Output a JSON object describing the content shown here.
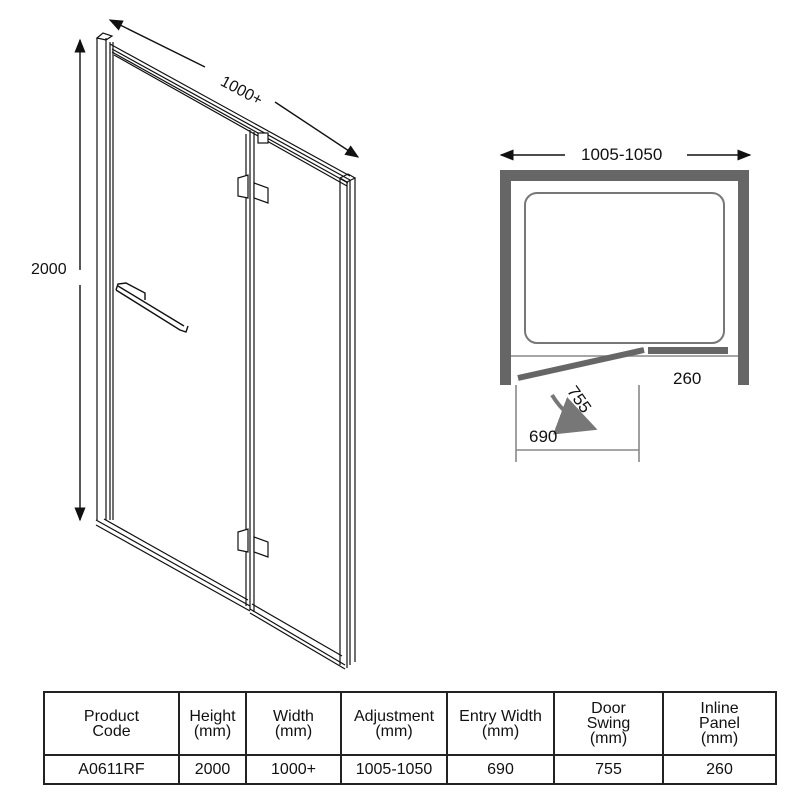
{
  "iso_drawing": {
    "height_label": "2000",
    "width_label": "1000+"
  },
  "plan_drawing": {
    "overall_width_label": "1005-1050",
    "door_swing_label": "755",
    "entry_width_label": "690",
    "inline_panel_label": "260",
    "colors": {
      "wall": "#666666",
      "tray_outline": "#777777",
      "dimension_line": "#888888"
    }
  },
  "spec_table": {
    "headers": [
      {
        "lines": [
          "Product",
          "Code"
        ]
      },
      {
        "lines": [
          "Height",
          "(mm)"
        ]
      },
      {
        "lines": [
          "Width",
          "(mm)"
        ]
      },
      {
        "lines": [
          "Adjustment",
          "(mm)"
        ]
      },
      {
        "lines": [
          "Entry Width",
          "(mm)"
        ]
      },
      {
        "lines": [
          "Door",
          "Swing",
          "(mm)"
        ]
      },
      {
        "lines": [
          "Inline",
          "Panel",
          "(mm)"
        ]
      }
    ],
    "rows": [
      [
        "A0611RF",
        "2000",
        "1000+",
        "1005-1050",
        "690",
        "755",
        "260"
      ]
    ]
  }
}
